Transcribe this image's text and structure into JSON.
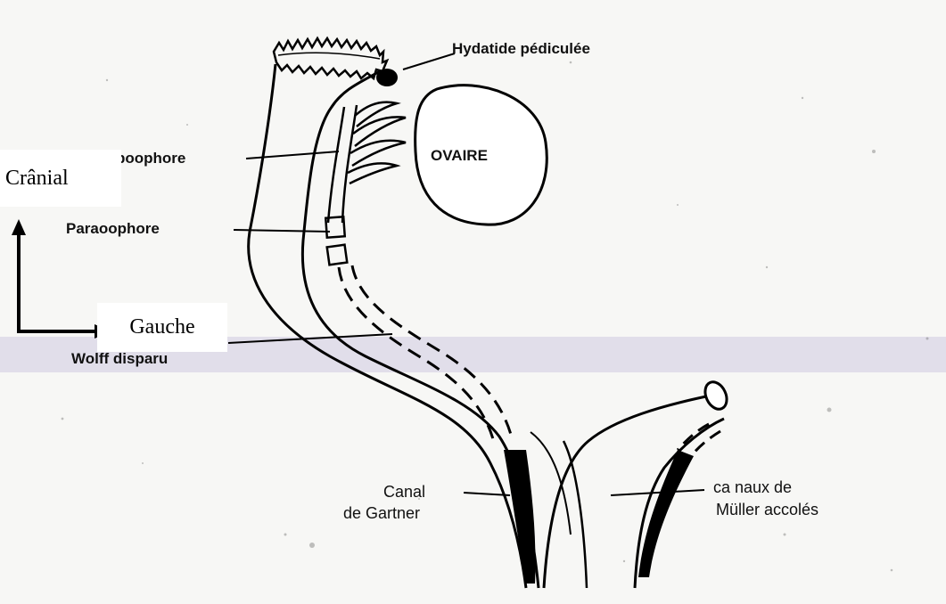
{
  "diagram": {
    "labels": {
      "hydatide": "Hydatide pédiculée",
      "epoophore": "poophore",
      "ovaire": "OVAIRE",
      "paraoophore": "Paraoophore",
      "wolff": "Wolff disparu",
      "canal_line1": "Canal",
      "canal_line2": "de Gartner",
      "muller_line1": "ca naux  de",
      "muller_line2": "Müller accolés"
    },
    "orientation": {
      "cranial": "Crânial",
      "gauche": "Gauche"
    }
  }
}
